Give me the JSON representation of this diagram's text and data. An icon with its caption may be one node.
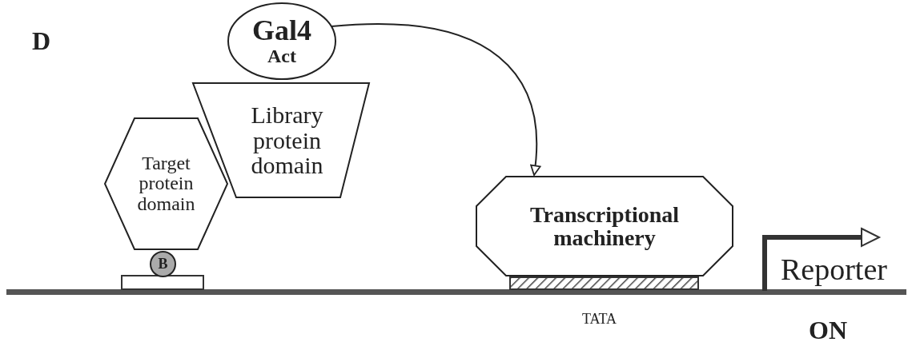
{
  "diagram": {
    "nodes": [
      {
        "text": [
          "Gal4",
          "Act"
        ]
      },
      {
        "text": [
          "Library protein domain"
        ]
      },
      {
        "text": [
          "Target protein domain"
        ]
      },
      {
        "text": [
          "B"
        ]
      },
      {
        "text": [
          "Transcriptional machinery"
        ]
      }
    ],
    "edges": [
      {
        "from": 0,
        "to": 4,
        "arrow": "to"
      }
    ],
    "labels": [
      "D",
      "Reporter",
      "TATA",
      "ON"
    ]
  }
}
